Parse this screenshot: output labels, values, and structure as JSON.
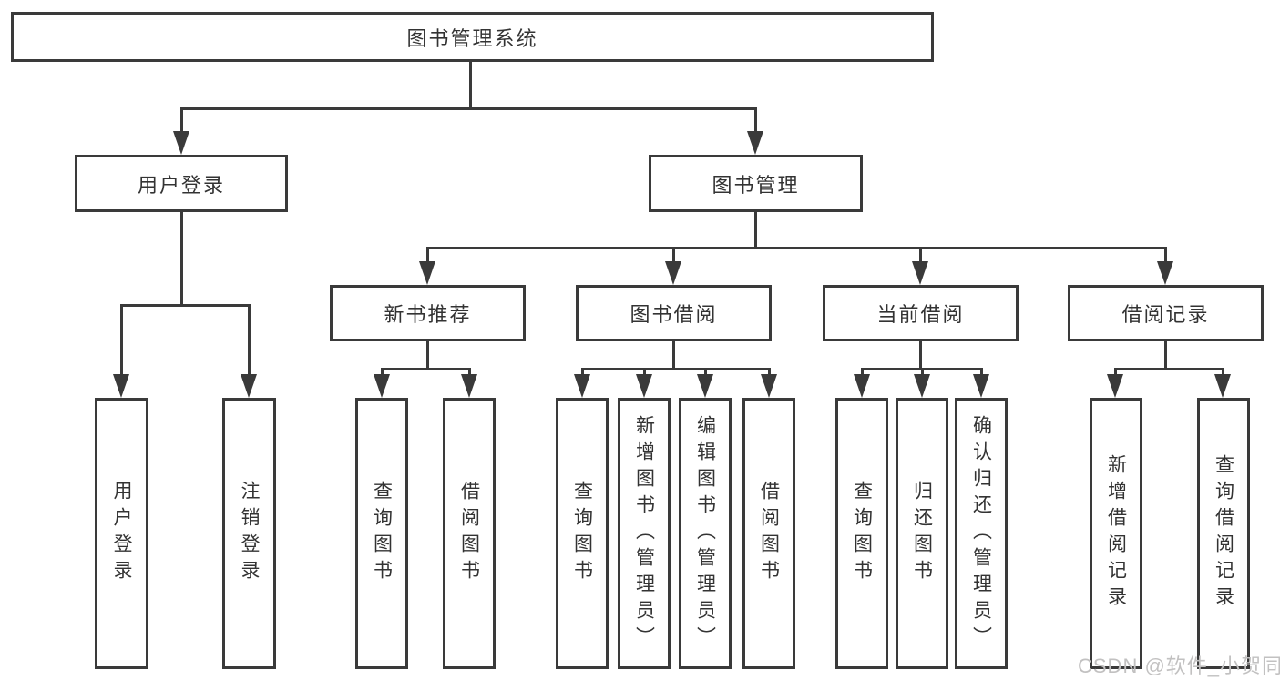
{
  "diagram": {
    "root": {
      "label": "图书管理系统"
    },
    "level2": [
      {
        "label": "用户登录"
      },
      {
        "label": "图书管理"
      }
    ],
    "level3": [
      {
        "label": "新书推荐"
      },
      {
        "label": "图书借阅"
      },
      {
        "label": "当前借阅"
      },
      {
        "label": "借阅记录"
      }
    ],
    "leaves": [
      {
        "label": "用户登录"
      },
      {
        "label": "注销登录"
      },
      {
        "label": "查询图书"
      },
      {
        "label": "借阅图书"
      },
      {
        "label": "查询图书"
      },
      {
        "label": "新增图书（管理员）"
      },
      {
        "label": "编辑图书（管理员）"
      },
      {
        "label": "借阅图书"
      },
      {
        "label": "查询图书"
      },
      {
        "label": "归还图书"
      },
      {
        "label": "确认归还（管理员）"
      },
      {
        "label": "新增借阅记录"
      },
      {
        "label": "查询借阅记录"
      }
    ]
  },
  "watermark": {
    "text": "CSDN @软件_小贺同学"
  },
  "colors": {
    "line": "#3a3a3a",
    "text": "#333333",
    "watermark": "#c2c1c1",
    "background": "#ffffff"
  }
}
